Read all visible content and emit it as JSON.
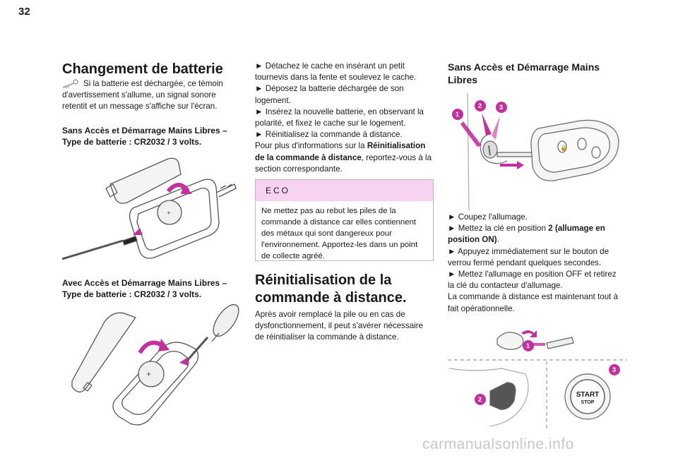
{
  "page": {
    "number": "32"
  },
  "left": {
    "title": "Changement de batterie",
    "warning": "Si la batterie est déchargée, ce témoin d'avertissement s'allume, un signal sonore retentit et un message s'affiche sur l'écran.",
    "sub1": "Sans Accès et Démarrage Mains Libres – Type de batterie : CR2032 / 3 volts.",
    "sub2": "Avec Accès et Démarrage Mains Libres – Type de batterie : CR2032 / 3 volts."
  },
  "middle": {
    "steps": [
      "► Détachez le cache en insérant un petit tournevis dans la fente et soulevez le cache.",
      "► Déposez la batterie déchargée de son logement.",
      "► Insérez la nouvelle batterie, en observant la polarité, et fixez le cache sur le logement.",
      "► Réinitialisez la commande à distance."
    ],
    "info_pre": "Pour plus d'informations sur la ",
    "info_bold": "Réinitialisation de la commande à distance",
    "info_post": ", reportez-vous à la section correspondante.",
    "eco_title": "ECO",
    "eco_text": "Ne mettez pas au rebut les piles de la commande à distance car elles contiennent des métaux qui sont dangereux pour l'environnement. Apportez-les dans un point de collecte agréé.",
    "reinit_title_1": "Réinitialisation de la",
    "reinit_title_2": "commande à distance.",
    "reinit_text": "Après avoir remplacé la pile ou en cas de dysfonctionnement, il peut s'avérer nécessaire de réinitialiser la commande à distance."
  },
  "right": {
    "title": "Sans Accès et Démarrage Mains Libres",
    "step1": "► Coupez l'allumage.",
    "step2_pre": "► Mettez la clé en position ",
    "step2_bold": "2 (allumage en position ON)",
    "step2_post": ".",
    "step3": "► Appuyez immédiatement sur le bouton de verrou fermé pendant quelques secondes.",
    "step4": "► Mettez l'allumage en position OFF et retirez la clé du contacteur d'allumage.",
    "closing": "La commande à distance est maintenant tout à fait opérationnelle.",
    "callouts": [
      "1",
      "2",
      "3"
    ],
    "start_label": "START",
    "stop_label": "STOP"
  },
  "watermark": "carmanualsonline.info",
  "colors": {
    "accent": "#c2309e",
    "eco_bg": "#f7d3f1"
  }
}
